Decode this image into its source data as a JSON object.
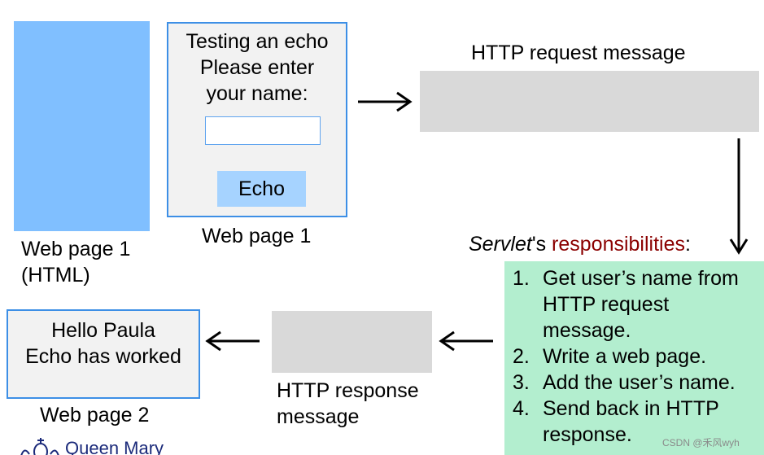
{
  "web_page_1_html": {
    "line1": "Web page 1",
    "line2": "(HTML)"
  },
  "form": {
    "title_lines": [
      "Testing an echo",
      "Please enter",
      "your name:"
    ],
    "input_value": "",
    "button_label": "Echo",
    "caption": "Web page 1"
  },
  "request_label": "HTTP request message",
  "servlet": {
    "word": "Servlet",
    "suffix": "'s ",
    "highlight": "responsibilities",
    "colon": ":",
    "highlight_color": "#8b0000",
    "steps": [
      {
        "num": "1.",
        "text": "Get user’s name from HTTP request message."
      },
      {
        "num": "2.",
        "text": "Write a web page."
      },
      {
        "num": "3.",
        "text": "Add the user’s name."
      },
      {
        "num": "4.",
        "text": "Send back in HTTP response."
      }
    ]
  },
  "response_label": {
    "line1": "HTTP response",
    "line2": "message"
  },
  "web_page_2": {
    "lines": [
      "Hello Paula",
      "Echo has worked"
    ],
    "caption": "Web page 2"
  },
  "logo_text": "Queen Mary",
  "watermark": "CSDN @禾风wyh",
  "colors": {
    "light_blue": "#80bfff",
    "box_border": "#3d8fe6",
    "button": "#a6d3ff",
    "gray": "#d9d9d9",
    "green": "#b3eecf"
  }
}
